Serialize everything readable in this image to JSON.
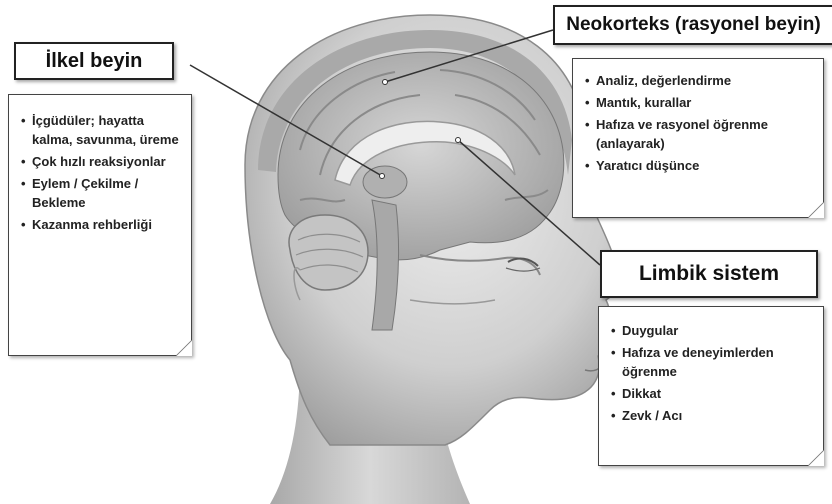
{
  "labels": {
    "ilkel": {
      "title": "İlkel beyin",
      "items": [
        "İçgüdüler; hayatta kalma, savunma, üreme",
        "Çok hızlı reaksiyonlar",
        "Eylem / Çekilme / Bekleme",
        "Kazanma rehberliği"
      ]
    },
    "neokorteks": {
      "title": "Neokorteks (rasyonel beyin)",
      "items": [
        "Analiz, değerlendirme",
        "Mantık, kurallar",
        "Hafıza ve rasyonel öğrenme (anlayarak)",
        "Yaratıcı düşünce"
      ]
    },
    "limbik": {
      "title": "Limbik sistem",
      "items": [
        "Duygular",
        "Hafıza ve deneyimlerden öğrenme",
        "Dikkat",
        "Zevk / Acı"
      ]
    }
  },
  "colors": {
    "skin_light": "#dcdcdc",
    "skin_mid": "#b8b8b8",
    "skin_dark": "#7a7a7a",
    "brain": "#bdbdbd",
    "brain_fold": "#8c8c8c",
    "leader": "#333333"
  }
}
